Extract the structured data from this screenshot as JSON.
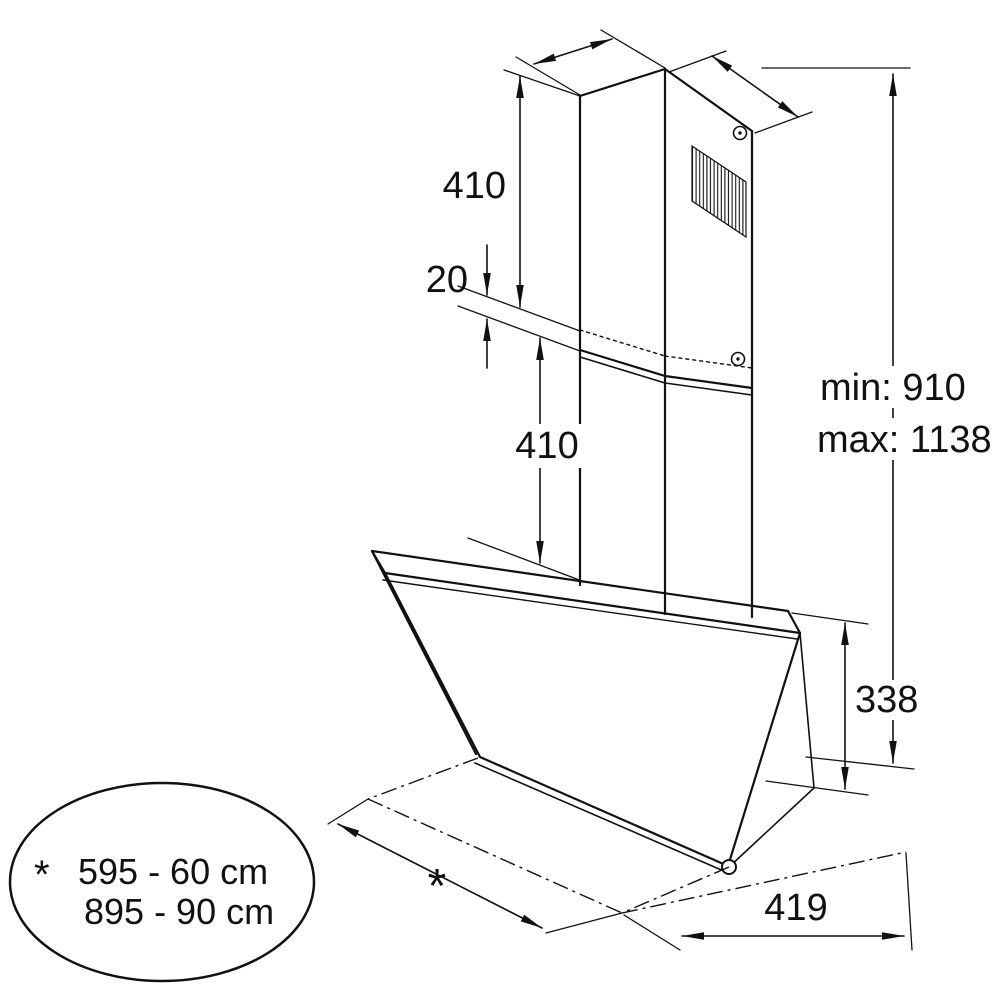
{
  "page": {
    "background": "#ffffff",
    "line_color": "#111111"
  },
  "labels": {
    "dim_upper_chimney": "410",
    "dim_overlap": "20",
    "dim_lower_chimney": "410",
    "dim_height_min": "min: 910",
    "dim_height_max": "max: 1138",
    "dim_body_height": "338",
    "dim_depth": "419",
    "dim_width_marker": "*"
  },
  "note": {
    "marker": "*",
    "line1": "595 - 60 cm",
    "line2": "895 - 90 cm"
  }
}
